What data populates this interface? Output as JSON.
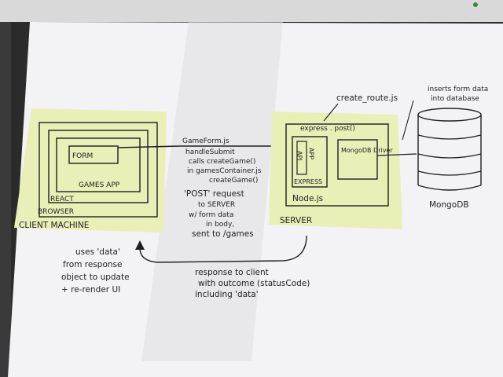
{
  "colors": {
    "desk": "#2b2b2b",
    "laptop": "#d9d9d9",
    "paper": "#f3f3f5",
    "sticky": "#e9efb6",
    "ink": "#1f1f1f"
  },
  "client": {
    "caption": "CLIENT MACHINE",
    "browser": "BROWSER",
    "react": "REACT",
    "games_app": "GAMES APP",
    "form": "FORM"
  },
  "request_notes": {
    "file": "GameForm.js",
    "handler": "handleSubmit",
    "calls": "calls createGame()",
    "container": "in gamesContainer.js",
    "fn": "createGame()",
    "post": "'POST' request",
    "to": "to SERVER",
    "w_form": "w/ form data",
    "in_body": "in body,",
    "sent": "sent to /games"
  },
  "server": {
    "create_route": "create_route.js",
    "express_post": "express . post()",
    "api": "API",
    "app": "APP",
    "express": "EXPRESS",
    "mongo": "MongoDB Driver",
    "node": "Node.js",
    "caption": "SERVER"
  },
  "db": {
    "note_line1": "inserts form data",
    "note_line2": "into database",
    "label": "MongoDB"
  },
  "response": {
    "line1": "response to client",
    "line2": "with outcome (statusCode)",
    "line3": "including 'data'"
  },
  "client_update": {
    "line1": "uses 'data'",
    "line2": "from response",
    "line3": "object to update",
    "line4": "+ re-render UI"
  }
}
